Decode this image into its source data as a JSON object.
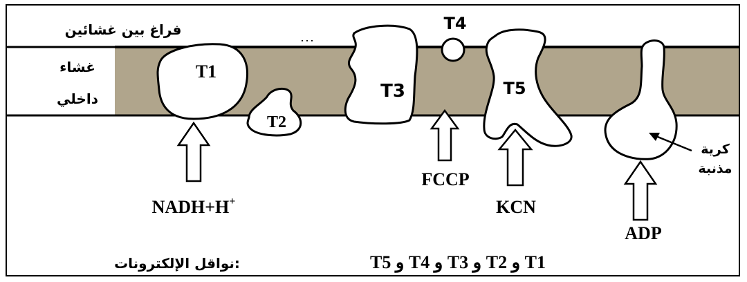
{
  "labels": {
    "intermembrane_space": "فراغ بين غشائين",
    "inner_membrane_line1": "غشاء",
    "inner_membrane_line2": "داخلي",
    "dots": ". . .",
    "electron_carriers_title": ":نواقل الإلكترونات",
    "electron_carriers_list": "T1 و  T2 و T3 و  T4 و T5",
    "lollipop_line1": "كرية",
    "lollipop_line2": "مذنبة"
  },
  "carriers": {
    "t1": "T1",
    "t2": "T2",
    "t3": "T3",
    "t4": "T4",
    "t5": "T5"
  },
  "inputs": {
    "nadh_main": "NADH+H",
    "nadh_sup": "+",
    "fccp": "FCCP",
    "kcn": "KCN",
    "adp": "ADP"
  },
  "colors": {
    "membrane": "#b0a58c",
    "outline": "#000000",
    "background": "#ffffff"
  }
}
